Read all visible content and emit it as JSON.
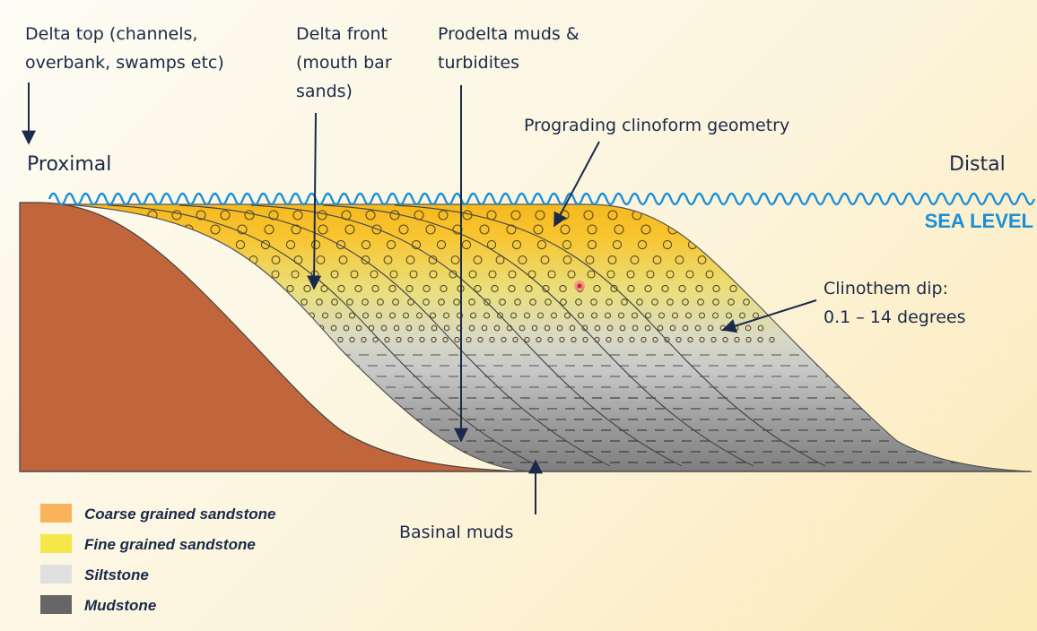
{
  "labels": {
    "delta_top": [
      "Delta top (channels,",
      "overbank, swamps etc)"
    ],
    "delta_front": [
      "Delta front",
      "(mouth bar",
      "sands)"
    ],
    "prodelta": [
      "Prodelta muds &",
      "turbidites"
    ],
    "clinoform": "Prograding clinoform geometry",
    "proximal": "Proximal",
    "distal": "Distal",
    "sea_level": "SEA LEVEL",
    "clinothem": [
      "Clinothem dip:",
      "0.1 – 14 degrees"
    ],
    "basinal": "Basinal muds"
  },
  "legend": [
    {
      "label": "Coarse grained sandstone",
      "color": "#f9b35a"
    },
    {
      "label": "Fine grained sandstone",
      "color": "#f5e64a"
    },
    {
      "label": "Siltstone",
      "color": "#e0e0e0"
    },
    {
      "label": "Mudstone",
      "color": "#666666"
    }
  ],
  "colors": {
    "basement": "#c0653c",
    "coarse": "#f7b72b",
    "fine": "#e8df7a",
    "silt": "#c9c9c9",
    "mud": "#8a8a8a",
    "sea": "#1a8fd8",
    "arrow": "#1b2a4a"
  }
}
